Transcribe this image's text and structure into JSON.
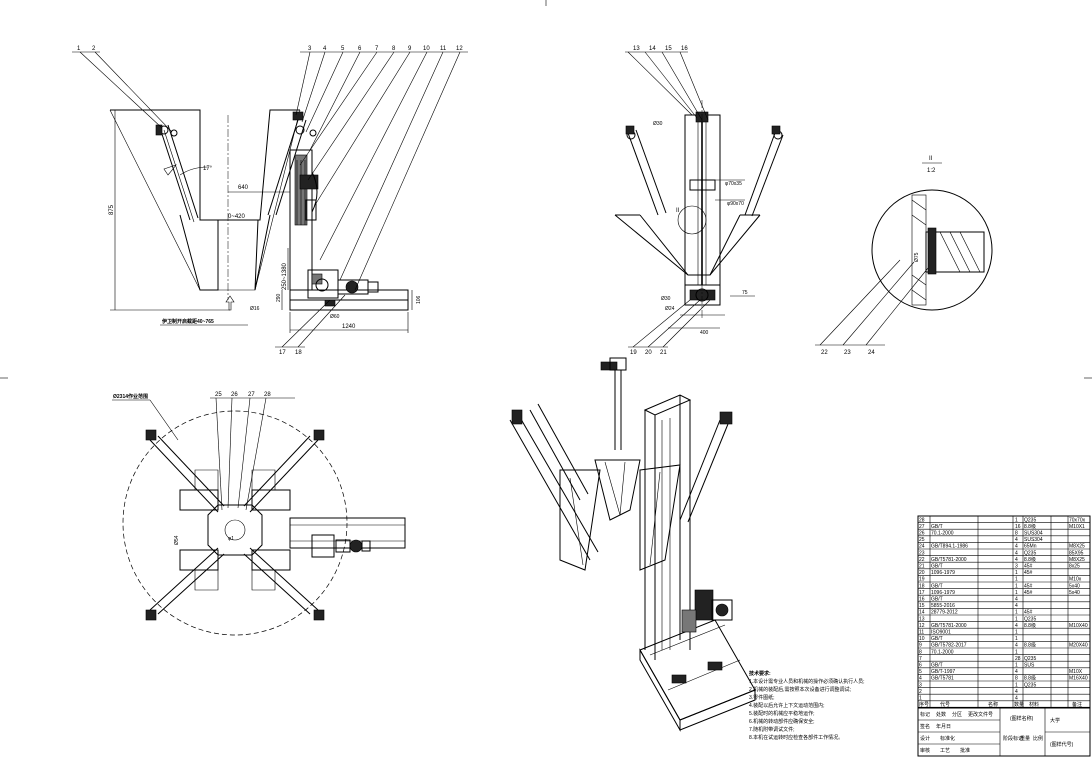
{
  "front_view": {
    "balloons": [
      "1",
      "2",
      "3",
      "4",
      "5",
      "6",
      "7",
      "8",
      "9",
      "10",
      "11",
      "12",
      "17",
      "18"
    ],
    "dims": {
      "height": "875",
      "angle": "17°",
      "width1": "640",
      "radius": "0~420",
      "range": "250~1380",
      "d1": "290",
      "d2": "106",
      "d3": "Ø60",
      "d4": "Ø16",
      "base": "1240",
      "note": "伊卫制开启截距40~765"
    }
  },
  "side_view": {
    "balloons": [
      "13",
      "14",
      "15",
      "16",
      "19",
      "20",
      "21"
    ],
    "dims": [
      "Ø30",
      "φ70x35",
      "φ90x70",
      "Ø30",
      "Ø24",
      "75",
      "400"
    ],
    "view_mark": "II"
  },
  "detail": {
    "title_top": "II",
    "title_bottom": "1:2",
    "balloons": [
      "22",
      "23",
      "24"
    ],
    "dim": "Ø75"
  },
  "top_view": {
    "balloons": [
      "25",
      "26",
      "27",
      "28"
    ],
    "circle_label": "Ø2314作业范围",
    "dims": [
      "Ø54",
      "φ1"
    ]
  },
  "notes": {
    "heading": "技术要求:",
    "lines": [
      "1.本设计需专业人员和机械的操作必须确认执行人员;",
      "2.机械的装配后,需按照本次设备进行调整调试;",
      "3.零件图纸;",
      "4.装配以后允许上下文运动范围内;",
      "5.装配时的机械应平稳地运作;",
      "6.机械的转动部件应确保安全;",
      "7.随机附带调试文件;",
      "8.本机在试运转时应检查各部件工作情况。"
    ]
  },
  "bom": {
    "rows": [
      {
        "no": "28",
        "code": "",
        "name": "",
        "qty": "1",
        "mat": "Q235",
        "spec": "70x70x"
      },
      {
        "no": "27",
        "code": "GB/T",
        "name": "",
        "qty": "16",
        "mat": "8.8级",
        "spec": "M10X1"
      },
      {
        "no": "26",
        "code": "70.1-2000",
        "name": "",
        "qty": "8",
        "mat": "SUS304",
        "spec": ""
      },
      {
        "no": "25",
        "code": "",
        "name": "",
        "qty": "4",
        "mat": "SUS304",
        "spec": ""
      },
      {
        "no": "24",
        "code": "GB/T894.1-1986",
        "name": "",
        "qty": "4",
        "mat": "65Mn",
        "spec": "M8X25"
      },
      {
        "no": "23",
        "code": "",
        "name": "",
        "qty": "4",
        "mat": "Q235",
        "spec": "85X95"
      },
      {
        "no": "22",
        "code": "GB/T5781-2000",
        "name": "",
        "qty": "4",
        "mat": "8.8级",
        "spec": "M8X25"
      },
      {
        "no": "21",
        "code": "GB/T",
        "name": "",
        "qty": "3",
        "mat": "45#",
        "spec": "8x25"
      },
      {
        "no": "20",
        "code": "1096-1979",
        "name": "",
        "qty": "1",
        "mat": "45#",
        "spec": ""
      },
      {
        "no": "19",
        "code": "",
        "name": "",
        "qty": "1",
        "mat": "",
        "spec": "M10x"
      },
      {
        "no": "18",
        "code": "GB/T",
        "name": "",
        "qty": "1",
        "mat": "45#",
        "spec": "5x40"
      },
      {
        "no": "17",
        "code": "1096-1979",
        "name": "",
        "qty": "1",
        "mat": "45#",
        "spec": "5x40"
      },
      {
        "no": "16",
        "code": "GB/T",
        "name": "",
        "qty": "4",
        "mat": "",
        "spec": ""
      },
      {
        "no": "15",
        "code": "5855-2016",
        "name": "",
        "qty": "4",
        "mat": "",
        "spec": ""
      },
      {
        "no": "14",
        "code": "28779-2012",
        "name": "",
        "qty": "1",
        "mat": "45#",
        "spec": ""
      },
      {
        "no": "13",
        "code": "",
        "name": "",
        "qty": "1",
        "mat": "Q235",
        "spec": ""
      },
      {
        "no": "12",
        "code": "GB/T5781-2000",
        "name": "",
        "qty": "4",
        "mat": "8.8级",
        "spec": "M10X40"
      },
      {
        "no": "11",
        "code": "ISO9001",
        "name": "",
        "qty": "1",
        "mat": "",
        "spec": ""
      },
      {
        "no": "10",
        "code": "GB/T",
        "name": "",
        "qty": "1",
        "mat": "",
        "spec": ""
      },
      {
        "no": "9",
        "code": "GB/T5782-2017",
        "name": "",
        "qty": "4",
        "mat": "8.8级",
        "spec": "M20X40"
      },
      {
        "no": "8",
        "code": "70.1-2000",
        "name": "",
        "qty": "1",
        "mat": "",
        "spec": ""
      },
      {
        "no": "7",
        "code": "",
        "name": "",
        "qty": "28",
        "mat": "Q235",
        "spec": ""
      },
      {
        "no": "6",
        "code": "GB/T",
        "name": "",
        "qty": "1",
        "mat": "SUS",
        "spec": ""
      },
      {
        "no": "5",
        "code": "GB/T-1997",
        "name": "",
        "qty": "4",
        "mat": "",
        "spec": "M10X"
      },
      {
        "no": "4",
        "code": "GB/T5781",
        "name": "",
        "qty": "8",
        "mat": "8.8级",
        "spec": "M16X40"
      },
      {
        "no": "3",
        "code": "",
        "name": "",
        "qty": "1",
        "mat": "Q235",
        "spec": ""
      },
      {
        "no": "2",
        "code": "",
        "name": "",
        "qty": "4",
        "mat": "",
        "spec": ""
      },
      {
        "no": "1",
        "code": "",
        "name": "",
        "qty": "4",
        "mat": "",
        "spec": ""
      }
    ],
    "header": {
      "no": "序号",
      "code": "代号",
      "name": "名称",
      "qty": "数量",
      "mat": "材料",
      "spec": "备注"
    },
    "title_block": {
      "school": "大学",
      "drawing": "(图样名称)",
      "code": "(图样代号)",
      "labels": [
        "标记",
        "处数",
        "分区",
        "更改文件号",
        "签名",
        "年月日",
        "设计",
        "标准化",
        "审核",
        "工艺",
        "批准",
        "阶段标记",
        "重量",
        "比例"
      ]
    }
  }
}
